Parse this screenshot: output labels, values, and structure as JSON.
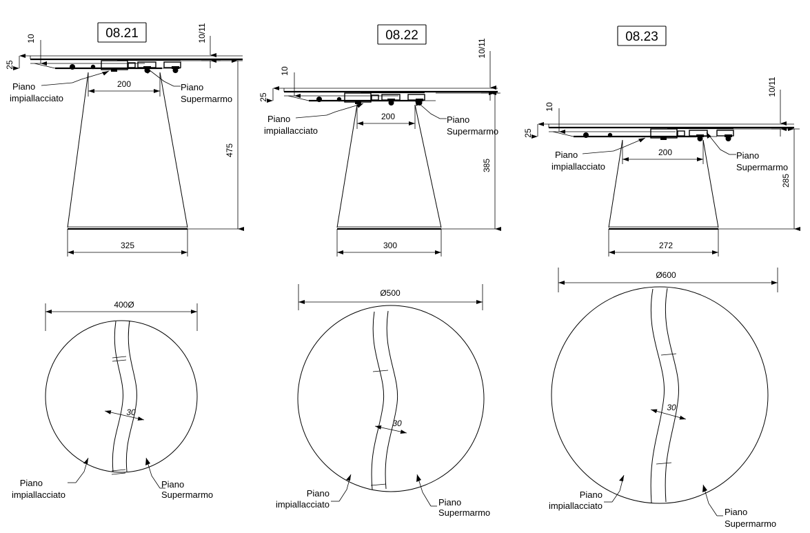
{
  "drawing": {
    "title_note": "Technical drawing - extendable round tables, three sizes",
    "language": "it"
  },
  "common": {
    "label_veneered": "Piano",
    "label_veneered_2": "impiallacciato",
    "label_marble": "Piano",
    "label_marble_2": "Supermarmo",
    "gap_width": "30",
    "column_top_width": "200",
    "thickness_total": "25",
    "thickness_top": "10",
    "thickness_edge": "10/11"
  },
  "views": [
    {
      "tag": "08.21",
      "elevation": {
        "dim_height": "475",
        "dim_base_width": "325",
        "dim_column_top": "200",
        "dim_thick_total": "25",
        "dim_thick_top": "10",
        "dim_thick_edge": "10/11",
        "callout_left_line1": "Piano",
        "callout_left_line2": "impiallacciato",
        "callout_right_line1": "Piano",
        "callout_right_line2": "Supermarmo"
      },
      "plan": {
        "dim_diameter": "400Ø",
        "dim_gap": "30",
        "callout_left_line1": "Piano",
        "callout_left_line2": "impiallacciato",
        "callout_right_line1": "Piano",
        "callout_right_line2": "Supermarmo"
      }
    },
    {
      "tag": "08.22",
      "elevation": {
        "dim_height": "385",
        "dim_base_width": "300",
        "dim_column_top": "200",
        "dim_thick_total": "25",
        "dim_thick_top": "10",
        "dim_thick_edge": "10/11",
        "callout_left_line1": "Piano",
        "callout_left_line2": "impiallacciato",
        "callout_right_line1": "Piano",
        "callout_right_line2": "Supermarmo"
      },
      "plan": {
        "dim_diameter": "Ø500",
        "dim_gap": "30",
        "callout_left_line1": "Piano",
        "callout_left_line2": "impiallacciato",
        "callout_right_line1": "Piano",
        "callout_right_line2": "Supermarmo"
      }
    },
    {
      "tag": "08.23",
      "elevation": {
        "dim_height": "285",
        "dim_base_width": "272",
        "dim_column_top": "200",
        "dim_thick_total": "25",
        "dim_thick_top": "10",
        "dim_thick_edge": "10/11",
        "callout_left_line1": "Piano",
        "callout_left_line2": "impiallacciato",
        "callout_right_line1": "Piano",
        "callout_right_line2": "Supermarmo"
      },
      "plan": {
        "dim_diameter": "Ø600",
        "dim_gap": "30",
        "callout_left_line1": "Piano",
        "callout_left_line2": "impiallacciato",
        "callout_right_line1": "Piano",
        "callout_right_line2": "Supermarmo"
      }
    }
  ]
}
